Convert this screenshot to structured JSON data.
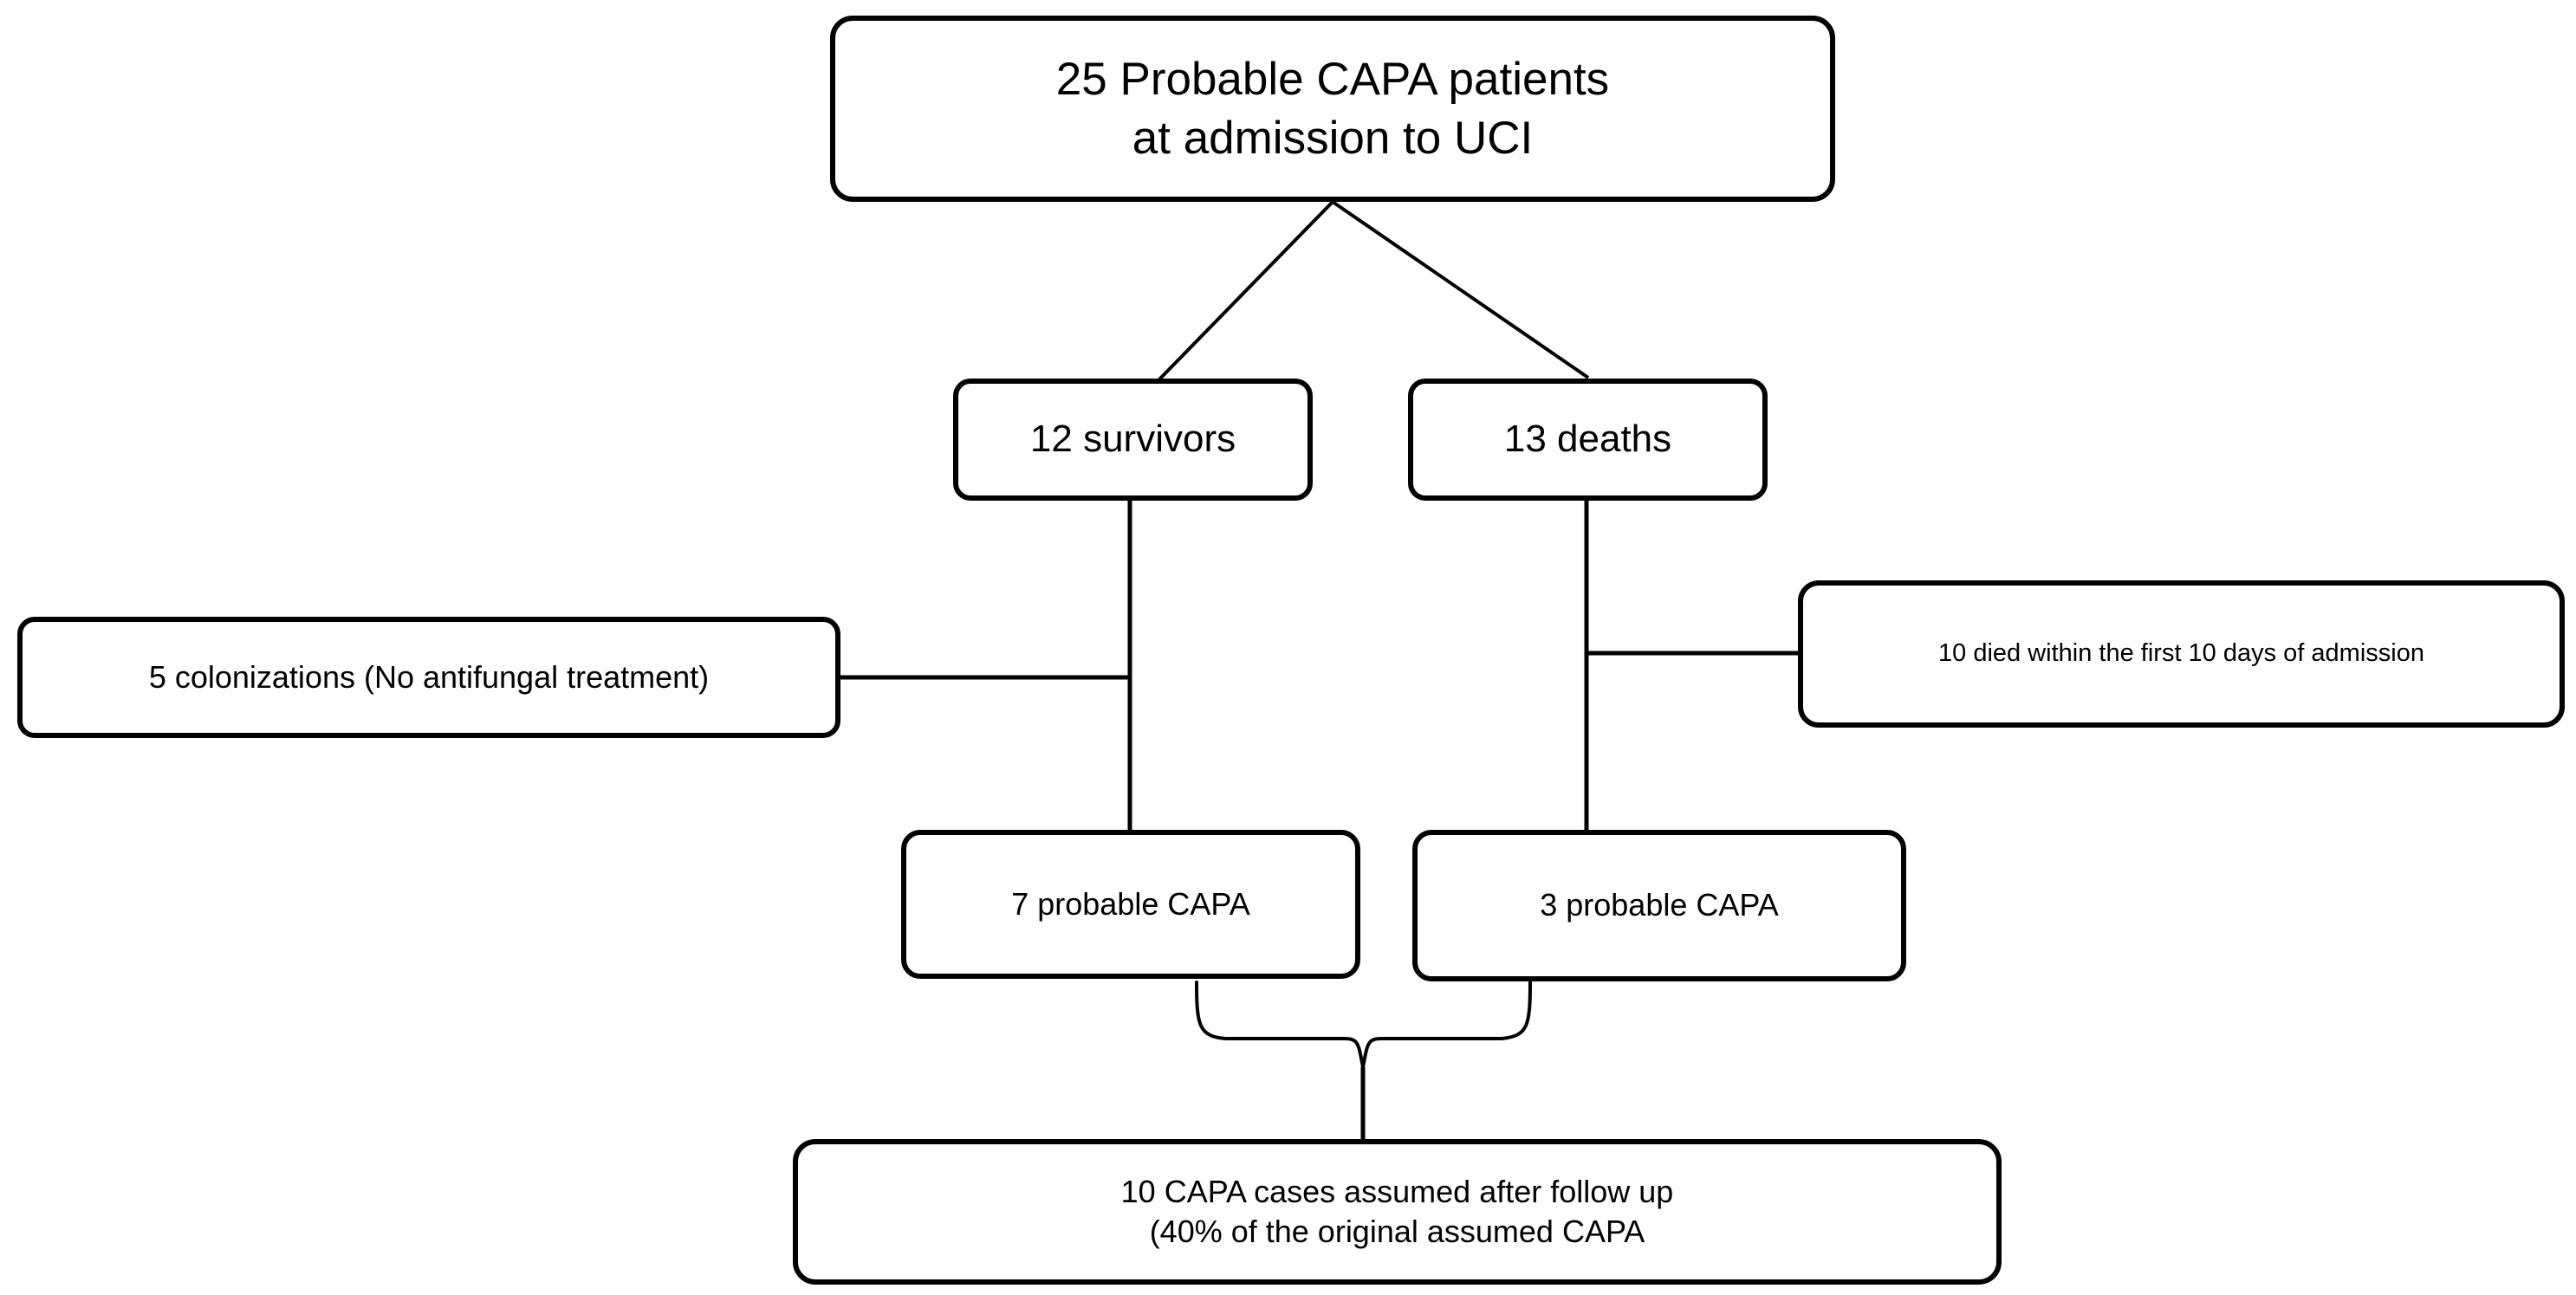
{
  "diagram": {
    "title": "CAPA patient follow-up flowchart",
    "type": "flowchart",
    "colors": {
      "background": "#ffffff",
      "box_border": "#000000",
      "box_fill": "#ffffff",
      "connector": "#000000",
      "text": "#000000"
    },
    "nodes": {
      "root": {
        "line1": "25 Probable CAPA patients",
        "line2": "at admission to UCI",
        "count": 25
      },
      "survivors": {
        "label": "12 survivors",
        "count": 12
      },
      "deaths": {
        "label": "13 deaths",
        "count": 13
      },
      "colonizations": {
        "label": "5 colonizations (No antifungal treatment)",
        "count": 5
      },
      "died_early": {
        "label": "10 died within the first 10 days of admission",
        "count": 10
      },
      "capa_survivors": {
        "label": "7 probable CAPA",
        "count": 7
      },
      "capa_deaths": {
        "label": "3 probable CAPA",
        "count": 3
      },
      "total": {
        "line1": "10 CAPA cases assumed after follow up",
        "line2": "(40% of the original assumed CAPA",
        "count": 10,
        "percent": "40%"
      }
    },
    "edges": [
      {
        "from": "root",
        "to": "survivors",
        "style": "diagonal-line"
      },
      {
        "from": "root",
        "to": "deaths",
        "style": "diagonal-line"
      },
      {
        "from": "survivors",
        "to": "capa_survivors",
        "style": "vertical-line"
      },
      {
        "from": "deaths",
        "to": "capa_deaths",
        "style": "vertical-line"
      },
      {
        "from": "colonizations",
        "to": "survivors-branch",
        "style": "horizontal-line"
      },
      {
        "from": "deaths-branch",
        "to": "died_early",
        "style": "horizontal-line"
      },
      {
        "from": "capa_survivors+capa_deaths",
        "to": "total",
        "style": "curly-brace"
      }
    ]
  }
}
